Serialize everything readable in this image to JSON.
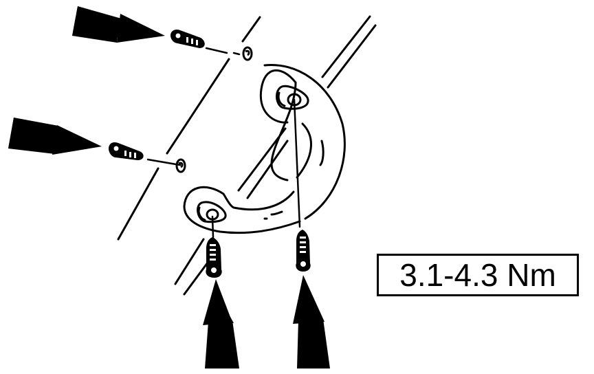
{
  "diagram": {
    "subject": "grab handle mounting with screws",
    "torque_spec": "3.1-4.3 Nm",
    "arrows": [
      {
        "id": "arrow-top-left",
        "direction": "right"
      },
      {
        "id": "arrow-mid-left",
        "direction": "right"
      },
      {
        "id": "arrow-bottom-left",
        "direction": "up"
      },
      {
        "id": "arrow-bottom-right",
        "direction": "up"
      }
    ],
    "components": [
      "grab-handle",
      "screw",
      "screw",
      "screw",
      "screw",
      "clip",
      "clip",
      "panel-edge-lines"
    ],
    "colors": {
      "ink": "#000000",
      "background": "#ffffff"
    }
  }
}
